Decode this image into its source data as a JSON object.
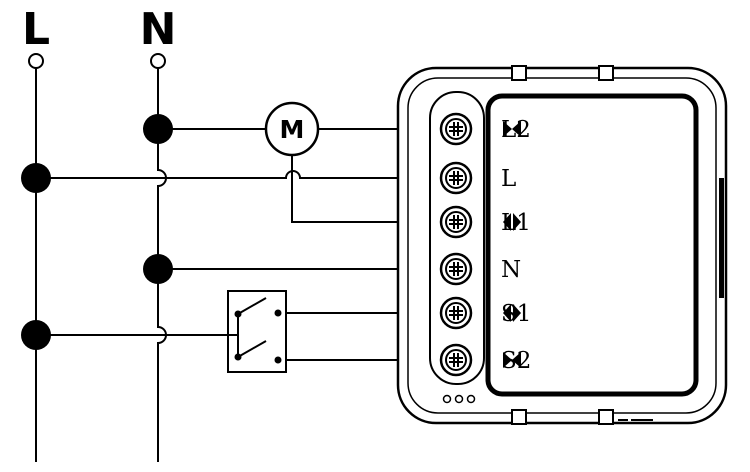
{
  "buses": {
    "live": {
      "label": "L"
    },
    "neutral": {
      "label": "N"
    }
  },
  "motor": {
    "label": "M"
  },
  "module": {
    "terminals": [
      {
        "label": "L2",
        "arrow": "bowtie-icon"
      },
      {
        "label": "L",
        "arrow": ""
      },
      {
        "label": "L1",
        "arrow": "diamond-icon"
      },
      {
        "label": "N",
        "arrow": ""
      },
      {
        "label": "S1",
        "arrow": "diamond-icon"
      },
      {
        "label": "S2",
        "arrow": "bowtie-icon"
      }
    ]
  }
}
